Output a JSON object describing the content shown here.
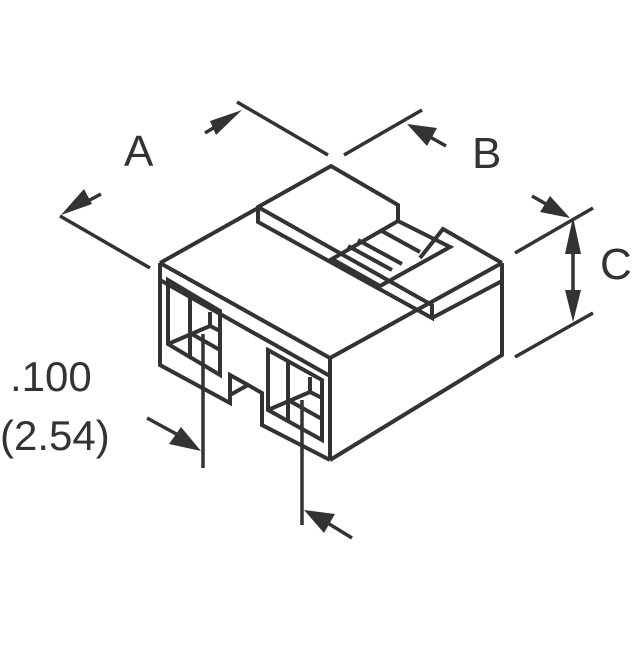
{
  "figure": {
    "type": "isometric connector housing outline drawing",
    "line_color": "#333333",
    "background": "#ffffff"
  },
  "dimensions": {
    "a": {
      "label": "A"
    },
    "b": {
      "label": "B"
    },
    "c": {
      "label": "C"
    },
    "pitch": {
      "inch": ".100",
      "mm": "(2.54)"
    }
  }
}
